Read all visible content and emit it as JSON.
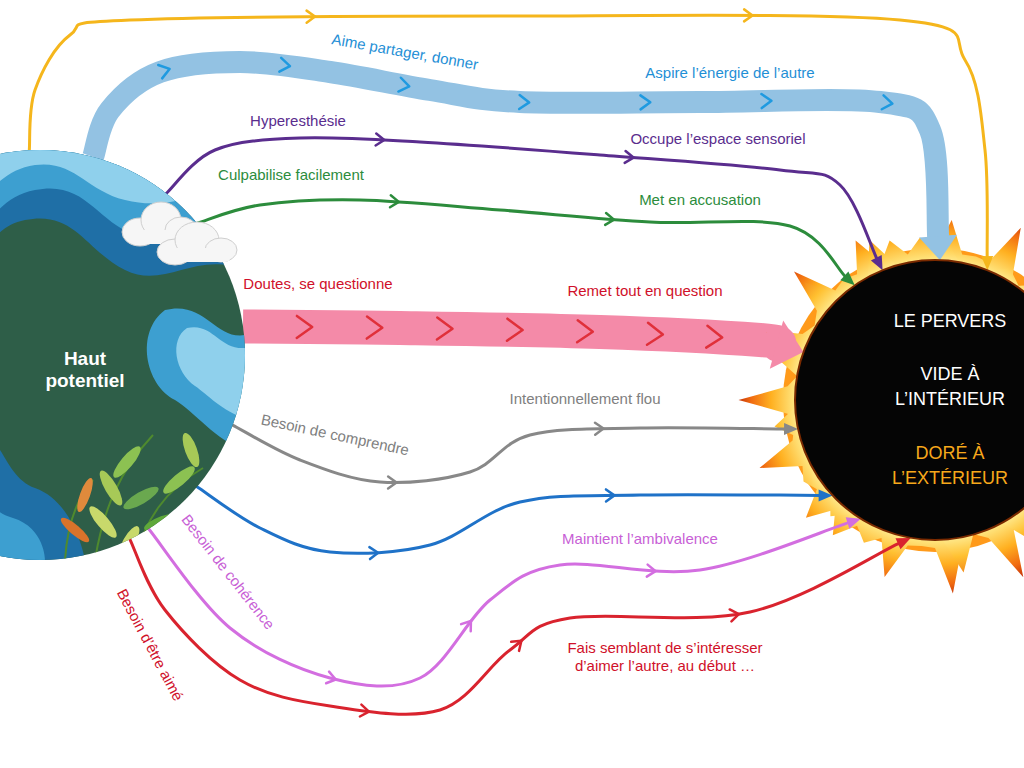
{
  "diagram": {
    "nodes": [
      {
        "text": [
          "Haut potentiel"
        ]
      },
      {
        "text": [
          "LE PERVERS",
          "VIDE À L’INTÉRIEUR",
          "DORÉ À L’EXTÉRIEUR"
        ]
      }
    ],
    "edges": [
      {
        "from": 0,
        "to": 1,
        "arrow": "to"
      },
      {
        "from": 0,
        "to": 1,
        "label": "Aime partager, donner",
        "arrow": "to"
      },
      {
        "from": 0,
        "to": 1,
        "label": "Hyperesthésie",
        "arrow": "to"
      },
      {
        "from": 0,
        "to": 1,
        "label": "Culpabilise facilement",
        "arrow": "to"
      },
      {
        "from": 0,
        "to": 1,
        "label": "Doutes, se questionne",
        "arrow": "to"
      },
      {
        "from": 0,
        "to": 1,
        "label": "Besoin de comprendre",
        "arrow": "to"
      },
      {
        "from": 0,
        "to": 1,
        "arrow": "to"
      },
      {
        "from": 0,
        "to": 1,
        "label": "Besoin de cohérence",
        "arrow": "to"
      },
      {
        "from": 0,
        "to": 1,
        "label": "Besoin d’être aimé",
        "arrow": "to"
      }
    ],
    "labels": [
      "Aspire l’énergie de l’autre",
      "Occupe l’espace sensoriel",
      "Met en accusation",
      "Remet tout en question",
      "Intentionnellement flou",
      "Maintient l’ambivalence",
      "Fais semblant de s’intéresser d’aimer l’autre, au début …"
    ]
  }
}
